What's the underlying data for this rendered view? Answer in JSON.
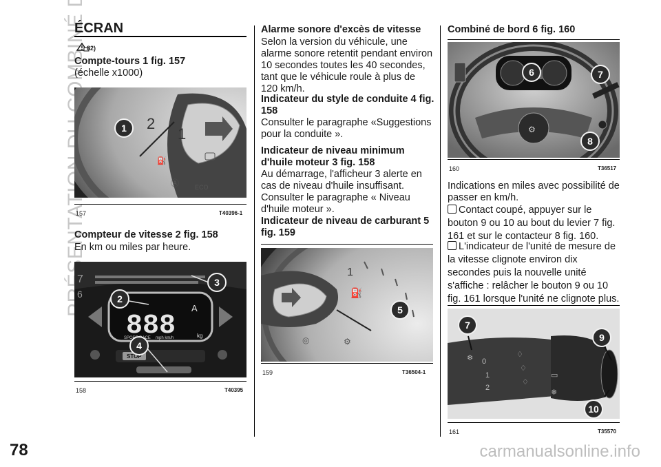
{
  "sidebar": {
    "text": "PRÉSENTATION DU COMBINÉ DE BORD"
  },
  "page_number": "78",
  "watermark": "carmanualsonline.info",
  "col1": {
    "title": "ÉCRAN",
    "warning_ref": "82)",
    "h1": "Compte-tours 1 fig. 157",
    "p1": "(échelle x1000)",
    "fig157": {
      "num": "157",
      "code": "T40396-1",
      "callouts": [
        "1"
      ],
      "eco": "ECO"
    },
    "h2": "Compteur de vitesse 2 fig. 158",
    "p2": "En km ou miles par heure.",
    "fig158": {
      "num": "158",
      "code": "T40395",
      "callouts": [
        "2",
        "3",
        "4"
      ],
      "speed": "888",
      "sport_race": "SPORT RACE",
      "units": "mph  km/h",
      "kg": "kg",
      "stop": "STOP",
      "gear_a": "A"
    }
  },
  "col2": {
    "h1": "Alarme sonore d'excès de vitesse",
    "p1": "Selon la version du véhicule, une alarme sonore retentit pendant environ 10 secondes toutes les 40 secondes, tant que le véhicule roule à plus de 120 km/h.",
    "h2": "Indicateur du style de conduite 4 fig. 158",
    "p2": "Consulter le paragraphe «Suggestions pour la conduite ».",
    "h3": "Indicateur de niveau minimum d'huile moteur 3 fig. 158",
    "p3": "Au démarrage, l'afficheur 3 alerte en cas de niveau d'huile insuffisant. Consulter le paragraphe « Niveau d'huile moteur ».",
    "h4": "Indicateur de niveau de carburant 5 fig. 159",
    "fig159": {
      "num": "159",
      "code": "T36504-1",
      "callouts": [
        "5"
      ],
      "tick1": "1"
    }
  },
  "col3": {
    "h1": "Combiné de bord 6 fig. 160",
    "fig160": {
      "num": "160",
      "code": "T36517",
      "callouts": [
        "6",
        "7",
        "8"
      ]
    },
    "p1": "Indications en miles avec possibilité de passer en km/h.",
    "step1": "Contact coupé, appuyer sur le bouton 9 ou 10 au bout du levier 7 fig. 161 et sur le contacteur 8 fig. 160.",
    "step2": "L'indicateur de l'unité de mesure de la vitesse clignote environ dix secondes puis la nouvelle unité s'affiche : relâcher le bouton 9 ou 10 fig. 161 lorsque l'unité ne clignote plus.",
    "fig161": {
      "num": "161",
      "code": "T35570",
      "callouts": [
        "7",
        "9",
        "10"
      ]
    }
  }
}
